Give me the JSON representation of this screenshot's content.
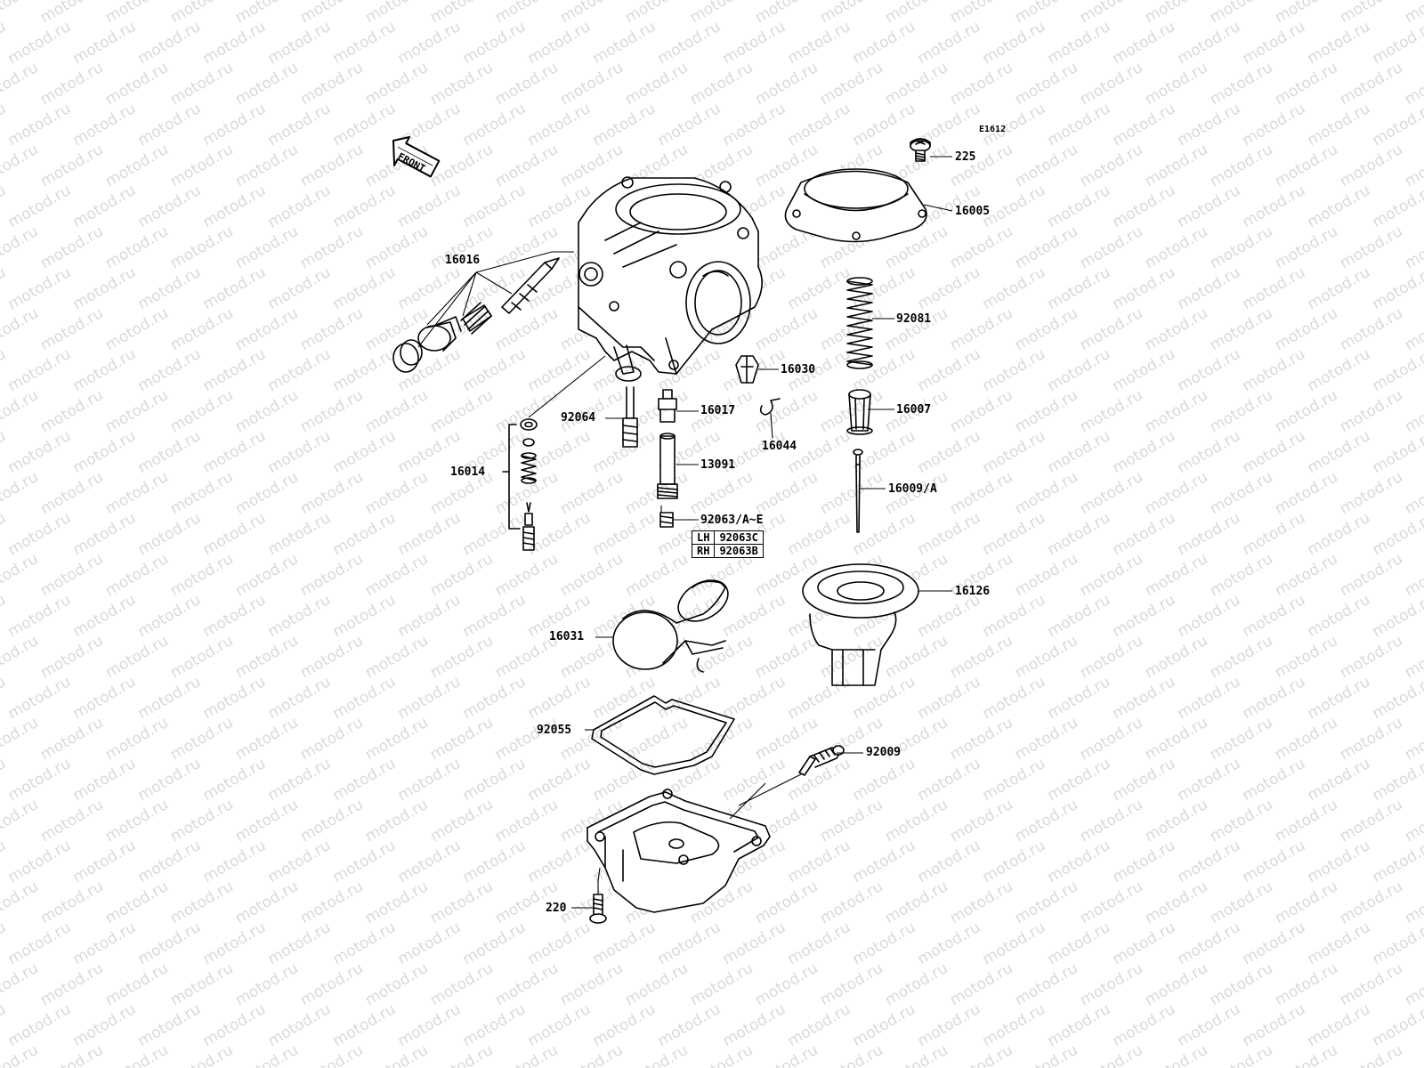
{
  "watermark": {
    "text": "motod.ru",
    "color": "#d9d9d9"
  },
  "reference_code": "E1612",
  "front_marker": "FRONT",
  "ink_color": "#000000",
  "part_labels": {
    "p225": "225",
    "p16005": "16005",
    "p92081": "92081",
    "p16030": "16030",
    "p16007": "16007",
    "p16044": "16044",
    "p16009": "16009/A",
    "p16126": "16126",
    "p16016": "16016",
    "p92064": "92064",
    "p16017": "16017",
    "p16014": "16014",
    "p13091": "13091",
    "p92063": "92063/A~E",
    "p16031": "16031",
    "p92055": "92055",
    "p92009": "92009",
    "p220": "220"
  },
  "jet_table": {
    "rows": [
      {
        "side": "LH",
        "part": "92063C"
      },
      {
        "side": "RH",
        "part": "92063B"
      }
    ]
  }
}
